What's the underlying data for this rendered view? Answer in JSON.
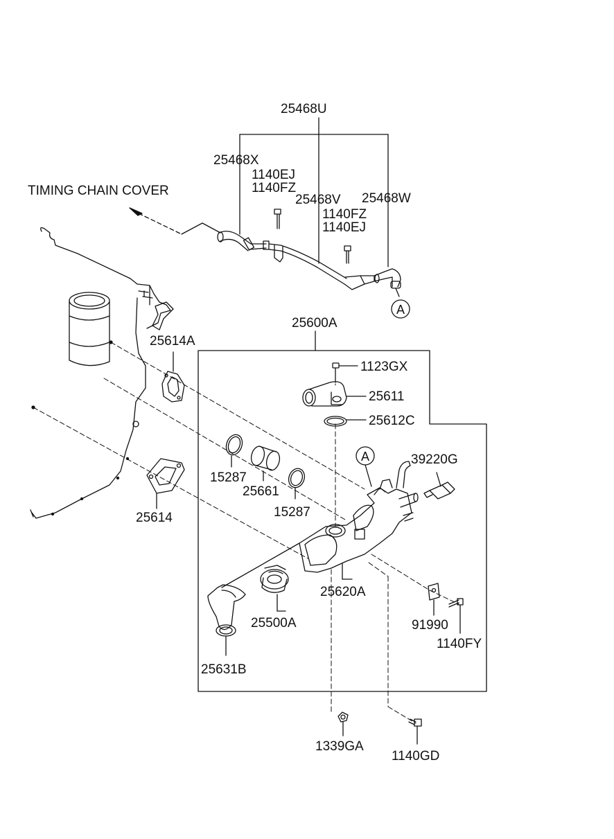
{
  "diagram": {
    "ink_color": "#111111",
    "background": "#ffffff",
    "callout_letter": "A",
    "labels": {
      "assembly_top": "25468U",
      "hose_x": "25468X",
      "bolt_1140ej_a": "1140EJ",
      "bolt_1140fz_a": "1140FZ",
      "pipe_v": "25468V",
      "hose_w": "25468W",
      "bolt_1140fz_b": "1140FZ",
      "bolt_1140ej_b": "1140EJ",
      "timing_chain_cover": "TIMING CHAIN COVER",
      "assembly_housing": "25600A",
      "gasket_upper": "25614A",
      "bolt_1123gx": "1123GX",
      "fitting_25611": "25611",
      "oring_25612c": "25612C",
      "sensor_39220g": "39220G",
      "oring_left": "15287",
      "pipe_25661": "25661",
      "oring_right": "15287",
      "gasket_lower": "25614",
      "housing_25620a": "25620A",
      "thermostat": "25500A",
      "bracket_91990": "91990",
      "bolt_1140fy": "1140FY",
      "inlet_25631b": "25631B",
      "nut_1339ga": "1339GA",
      "bolt_1140gd": "1140GD"
    }
  }
}
